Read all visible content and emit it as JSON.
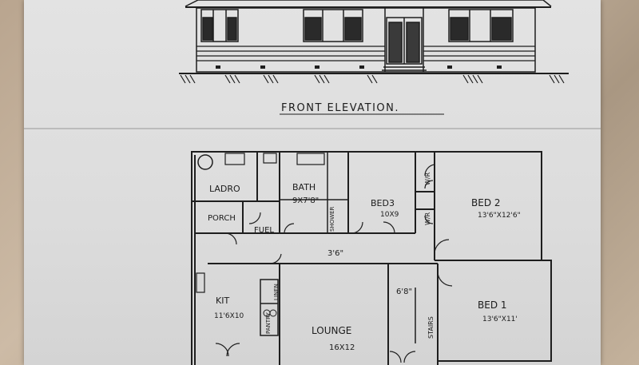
{
  "elevation": {
    "title": "FRONT ELEVATION."
  },
  "plan": {
    "rooms": {
      "laundry": {
        "label": "LADRO"
      },
      "bath": {
        "label": "BATH",
        "size": "9X7'8\""
      },
      "shower": {
        "label": "SHOWER"
      },
      "bed3": {
        "label": "BED3",
        "size": "10X9"
      },
      "wr_upper": {
        "label": "W/R"
      },
      "wr_lower": {
        "label": "W/R"
      },
      "bed2": {
        "label": "BED 2",
        "size": "13'6\"X12'6\""
      },
      "porch": {
        "label": "PORCH"
      },
      "fuel": {
        "label": "FUEL"
      },
      "hall": {
        "size": "3'6\""
      },
      "kitchen": {
        "label": "KIT",
        "size": "11'6X10"
      },
      "pantry": {
        "label": "PANTRY"
      },
      "linen": {
        "label": "LINEN"
      },
      "lounge": {
        "label": "LOUNGE",
        "size": "16X12"
      },
      "entry": {
        "size": "6'8\""
      },
      "stairs": {
        "label": "STAIRS"
      },
      "bed1": {
        "label": "BED 1",
        "size": "13'6\"X11'"
      }
    }
  }
}
